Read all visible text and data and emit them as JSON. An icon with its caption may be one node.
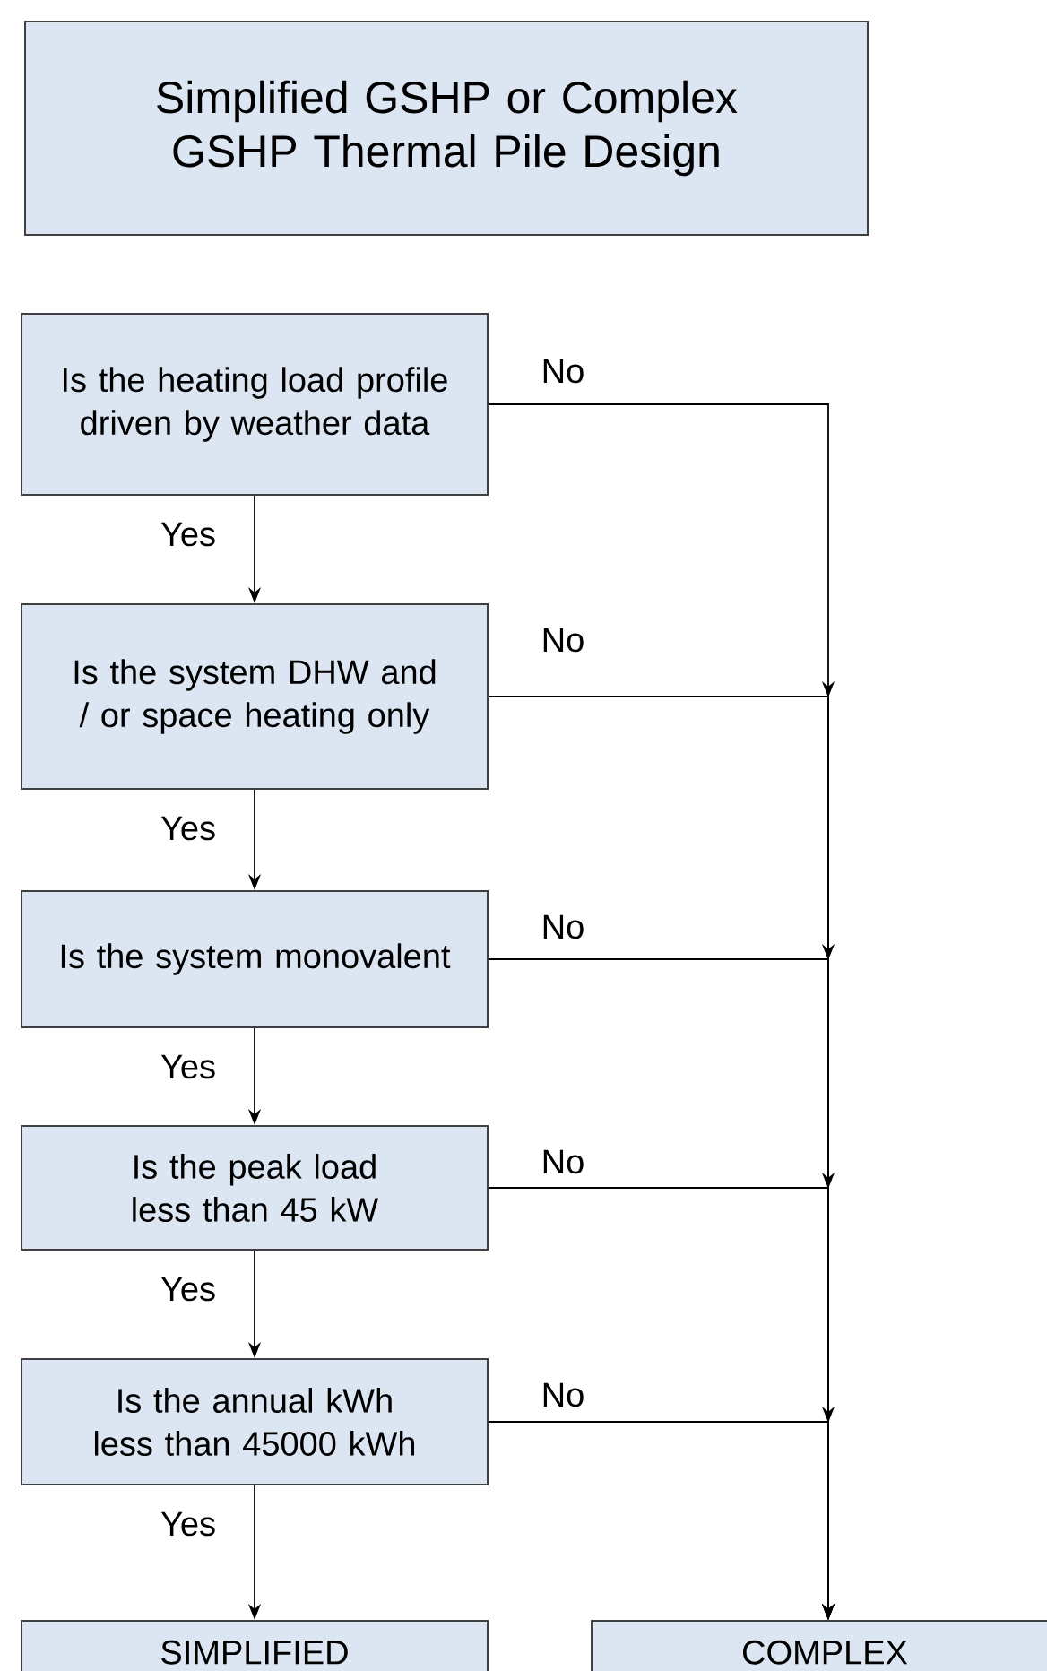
{
  "diagram": {
    "nodes": [
      {
        "text": [
          "Simplified GSHP or Complex GSHP Thermal Pile Design"
        ]
      },
      {
        "text": [
          "Is the heating load profile driven by weather data"
        ]
      },
      {
        "text": [
          "Is the system DHW and / or space heating only"
        ]
      },
      {
        "text": [
          "Is the system monovalent"
        ]
      },
      {
        "text": [
          "Is the peak load less than 45 kW"
        ]
      },
      {
        "text": [
          "Is the annual kWh less than 45000 kWh"
        ]
      },
      {
        "text": [
          "SIMPLIFIED"
        ]
      },
      {
        "text": [
          "COMPLEX"
        ]
      }
    ],
    "edges": [
      {
        "from": 1,
        "to": 2,
        "arrow": "to",
        "label": "Yes"
      },
      {
        "from": 2,
        "to": 3,
        "arrow": "to",
        "label": "Yes"
      },
      {
        "from": 3,
        "to": 4,
        "arrow": "to",
        "label": "Yes"
      },
      {
        "from": 4,
        "to": 5,
        "arrow": "to",
        "label": "Yes"
      },
      {
        "from": 5,
        "to": 6,
        "arrow": "to",
        "label": "Yes"
      },
      {
        "from": 1,
        "to": 7,
        "arrow": "to",
        "label": "No"
      },
      {
        "from": 2,
        "to": 7,
        "arrow": "to",
        "label": "No"
      },
      {
        "from": 3,
        "to": 7,
        "arrow": "to",
        "label": "No"
      },
      {
        "from": 4,
        "to": 7,
        "arrow": "to",
        "label": "No"
      },
      {
        "from": 5,
        "to": 7,
        "arrow": "to",
        "label": "No"
      }
    ]
  }
}
